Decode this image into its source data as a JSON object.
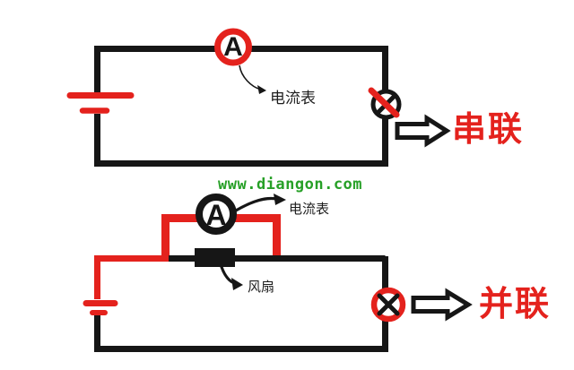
{
  "colors": {
    "wire_black": "#161616",
    "accent_red": "#e4221d",
    "watermark_green": "#27a027",
    "label_black": "#1d1d1d"
  },
  "watermark": {
    "text": "www.diangon.com"
  },
  "top_circuit": {
    "ammeter_symbol": "A",
    "ammeter_label": "电流表",
    "connection_label": "串联"
  },
  "bottom_circuit": {
    "ammeter_symbol": "A",
    "ammeter_label": "电流表",
    "fan_label": "风扇",
    "connection_label": "并联"
  }
}
